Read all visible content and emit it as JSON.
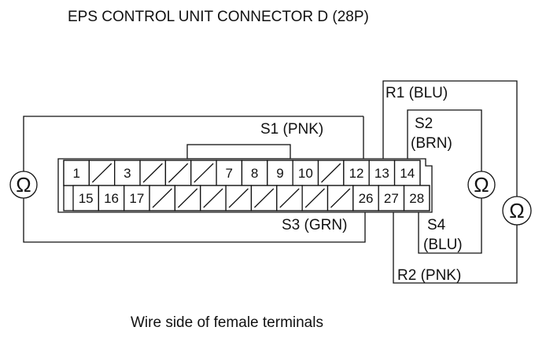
{
  "title": "EPS CONTROL UNIT CONNECTOR D (28P)",
  "caption": "Wire side of female terminals",
  "ohm_symbol": "Ω",
  "probes": {
    "s1": "S1 (PNK)",
    "s2": [
      "S2",
      "(BRN)"
    ],
    "s3": "S3 (GRN)",
    "s4": [
      "S4",
      "(BLU)"
    ],
    "r1": "R1 (BLU)",
    "r2": "R2 (PNK)"
  },
  "connector": {
    "top_row": [
      "1",
      "",
      "3",
      "",
      "",
      "",
      "7",
      "8",
      "9",
      "10",
      "",
      "12",
      "13",
      "14"
    ],
    "bottom_row": [
      "15",
      "16",
      "17",
      "",
      "",
      "",
      "",
      "",
      "",
      "",
      "",
      "26",
      "27",
      "28"
    ]
  }
}
